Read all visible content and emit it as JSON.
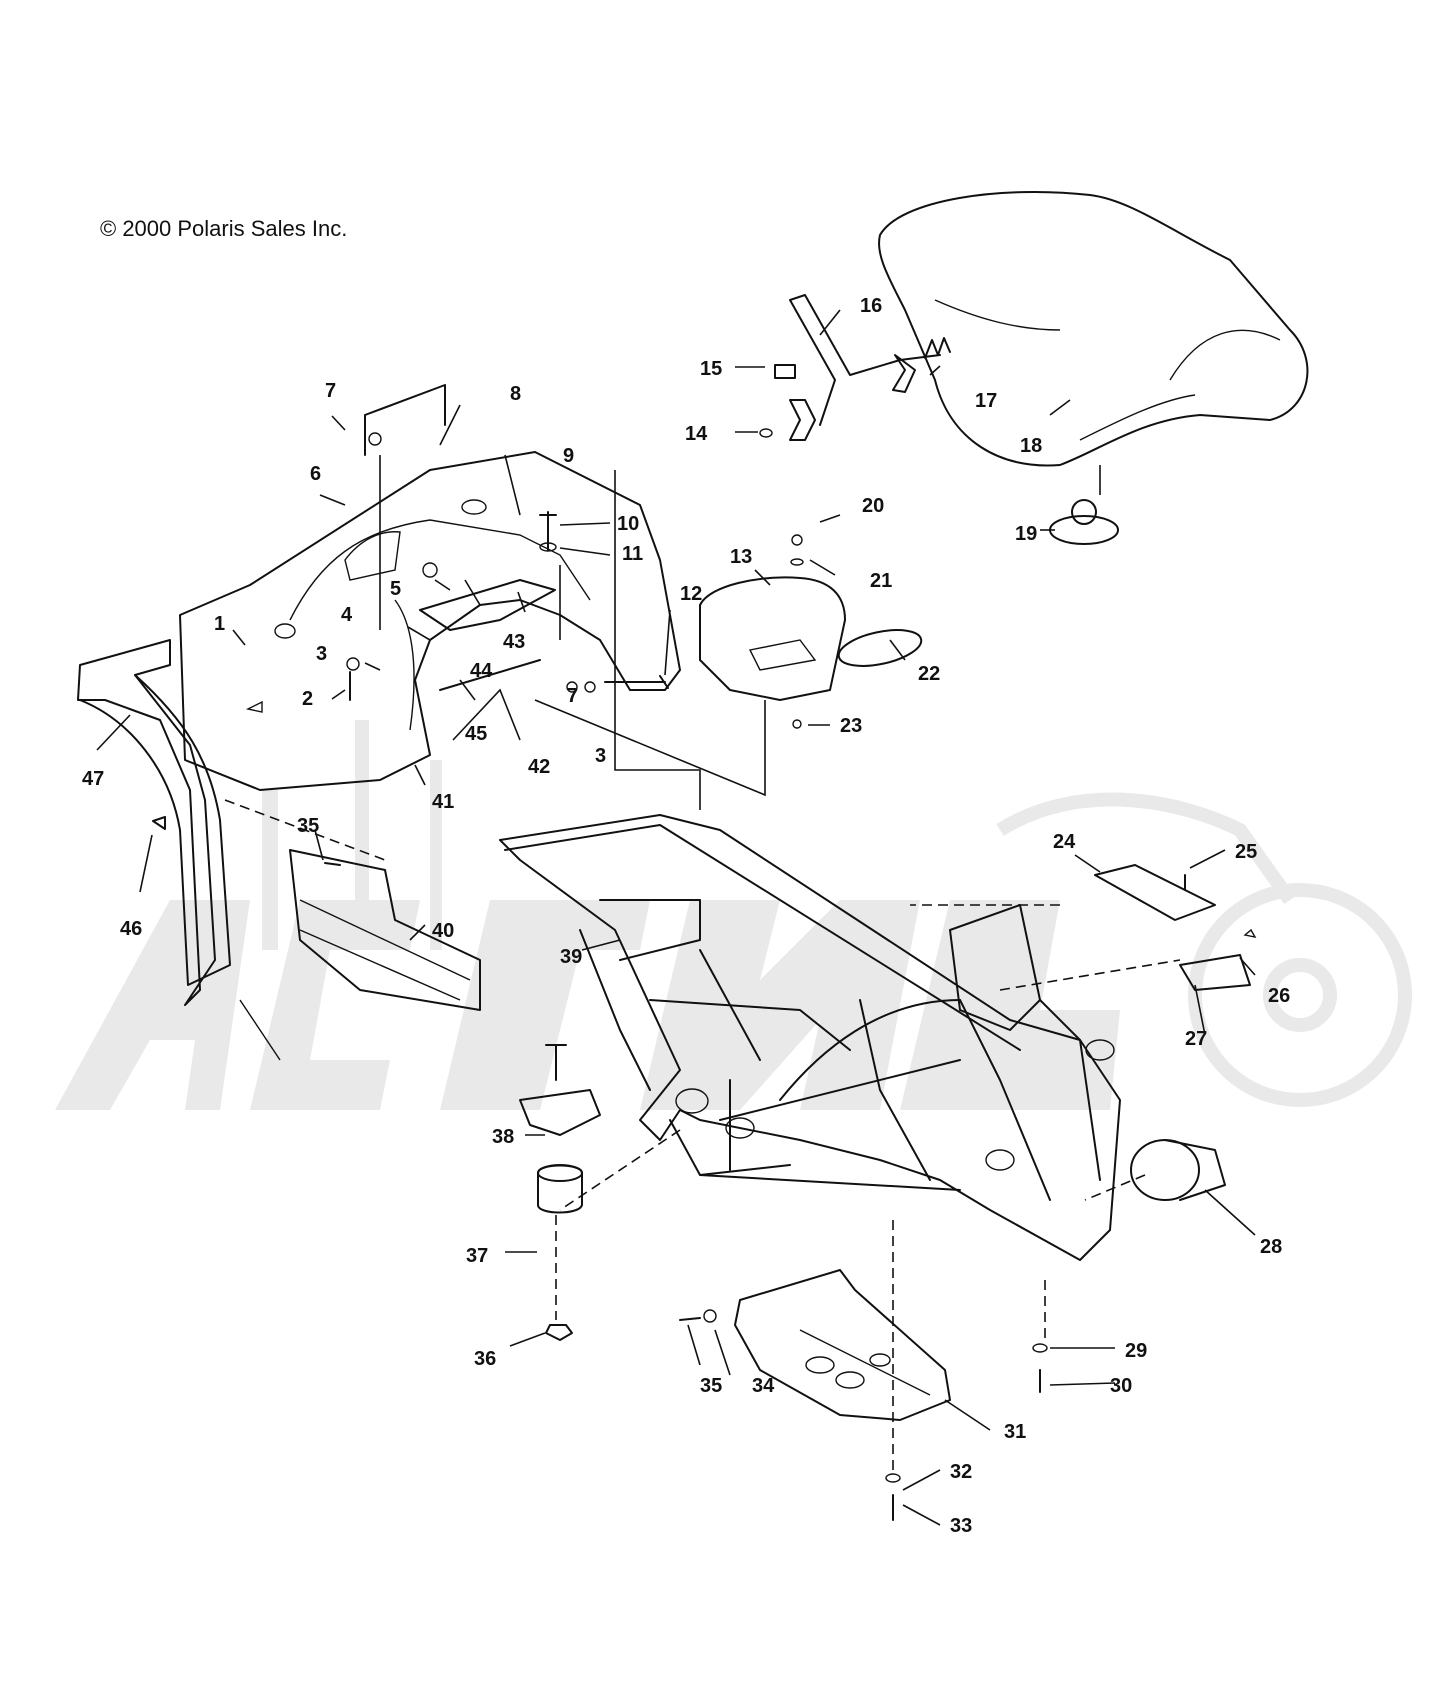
{
  "copyright": "© 2000 Polaris Sales Inc.",
  "callouts": [
    "1",
    "2",
    "3",
    "4",
    "5",
    "6",
    "7",
    "8",
    "9",
    "10",
    "11",
    "12",
    "13",
    "14",
    "15",
    "16",
    "17",
    "18",
    "19",
    "20",
    "21",
    "22",
    "23",
    "24",
    "25",
    "26",
    "27",
    "28",
    "29",
    "30",
    "31",
    "32",
    "33",
    "34",
    "35",
    "36",
    "37",
    "38",
    "39",
    "40",
    "41",
    "42",
    "43",
    "44",
    "45",
    "46",
    "47"
  ],
  "repeated_callouts": {
    "3": "3",
    "7": "7",
    "35": "35"
  }
}
